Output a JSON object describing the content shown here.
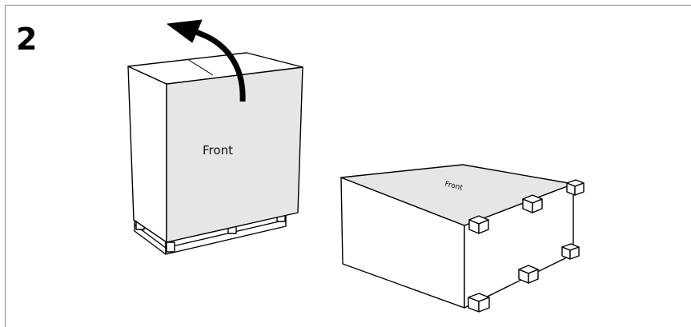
{
  "step": {
    "number": "2"
  },
  "upright_box": {
    "front_label": "Front"
  },
  "flat_box": {
    "front_label": "Front"
  },
  "colors": {
    "face_shaded": "#e6e6e6",
    "face_light": "#ffffff",
    "line": "#000000",
    "frame": "#8a8a8a"
  }
}
